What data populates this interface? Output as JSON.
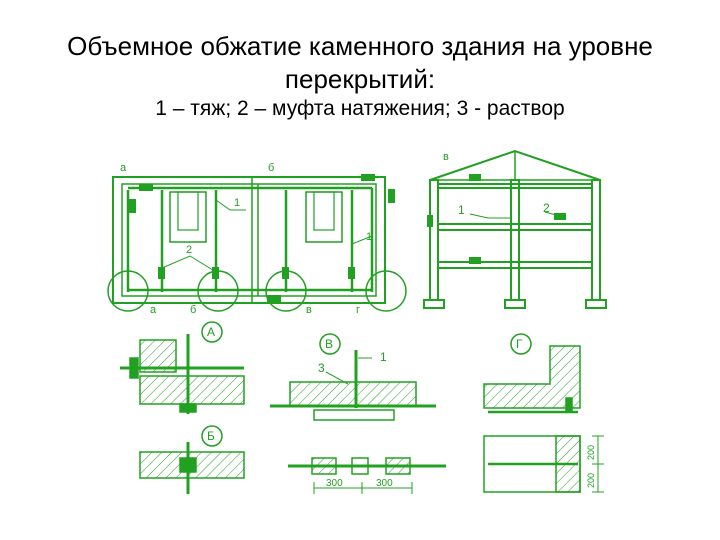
{
  "title": "Объемное обжатие каменного здания на уровне перекрытий:",
  "subtitle": "1 – тяж; 2 – муфта натяжения; 3 - раствор",
  "colors": {
    "drawing": "#22a022",
    "text": "#000000",
    "background": "#ffffff"
  },
  "plan": {
    "letters": {
      "a": "а",
      "b": "б",
      "v": "в"
    },
    "callouts": {
      "one_a": "1",
      "two": "2",
      "one_b": "1"
    },
    "bottom": {
      "a": "а",
      "b": "б",
      "v": "в",
      "g": "г"
    }
  },
  "section": {
    "callout_1": "1",
    "callout_2": "2"
  },
  "details": {
    "A": "А",
    "B": "В",
    "G": "Г",
    "Bb": "Б",
    "callout_3": "3",
    "callout_1": "1",
    "dim_1": "300",
    "dim_2": "300",
    "dim_v1": "200",
    "dim_v2": "200"
  }
}
